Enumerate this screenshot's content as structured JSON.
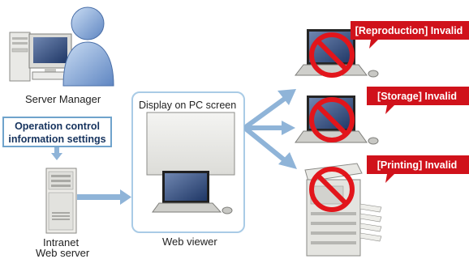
{
  "server": {
    "label": "Server Manager",
    "settings_line1": "Operation control",
    "settings_line2": "information settings",
    "intranet_line1": "Intranet",
    "intranet_line2": "Web server"
  },
  "viewer": {
    "display_label": "Display on PC screen",
    "label": "Web viewer"
  },
  "callouts": [
    {
      "label": "[Reproduction] Invalid"
    },
    {
      "label": "[Storage] Invalid"
    },
    {
      "label": "[Printing] Invalid"
    }
  ],
  "colors": {
    "callout_red": "#d0121b",
    "arrow_blue": "#8fb4d8",
    "viewer_border": "#a9cbe6",
    "settings_text": "#16335e",
    "prohibition_red": "#e2151b"
  }
}
